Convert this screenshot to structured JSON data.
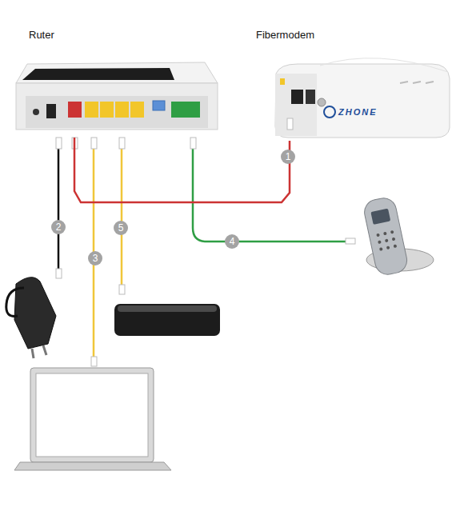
{
  "diagram": {
    "nodes": [
      {
        "text": [
          "Ruter"
        ]
      },
      {
        "text": [
          "Fibermodem",
          "ZHONE"
        ]
      }
    ],
    "edges": [
      {
        "from": 0,
        "to": 1,
        "arrow": "none",
        "label": "1"
      }
    ],
    "labels": [
      "2",
      "3",
      "4",
      "5"
    ]
  }
}
